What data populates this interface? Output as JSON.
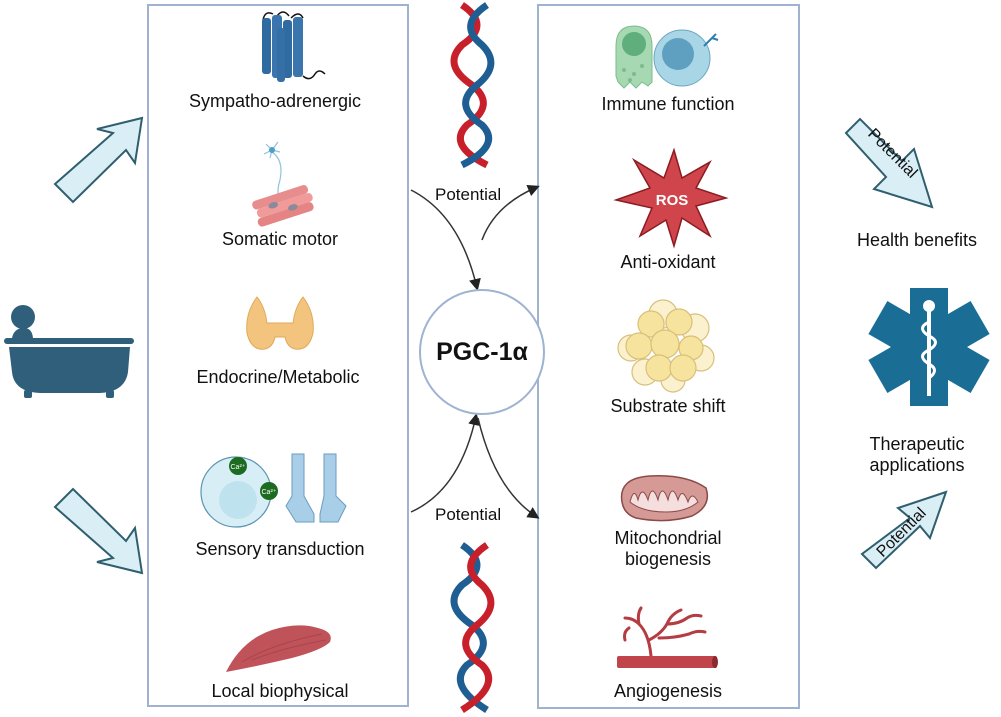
{
  "diagram": {
    "center_node": "PGC-1α",
    "intervention_icon": "bathtub-person-icon",
    "left_panel": {
      "items": [
        {
          "label": "Sympatho-adrenergic",
          "icon": "gpcr-receptor-icon"
        },
        {
          "label": "Somatic motor",
          "icon": "motor-neuron-muscle-icon"
        },
        {
          "label": "Endocrine/Metabolic",
          "icon": "thyroid-gland-icon"
        },
        {
          "label": "Sensory transduction",
          "icon": "calcium-cell-channel-icon",
          "badge": "Ca²⁺"
        },
        {
          "label": "Local biophysical",
          "icon": "muscle-icon"
        }
      ]
    },
    "right_panel": {
      "items": [
        {
          "label": "Immune function",
          "icon": "immune-cells-icon"
        },
        {
          "label": "Anti-oxidant",
          "icon": "ros-burst-icon",
          "badge": "ROS"
        },
        {
          "label": "Substrate shift",
          "icon": "adipocytes-icon"
        },
        {
          "label": "Mitochondrial biogenesis",
          "line1": "Mitochondrial",
          "line2": "biogenesis",
          "icon": "mitochondrion-icon"
        },
        {
          "label": "Angiogenesis",
          "icon": "blood-vessel-icon"
        }
      ]
    },
    "connector_labels": {
      "top": "Potential",
      "bottom": "Potential"
    },
    "outcomes": {
      "health": "Health benefits",
      "therapeutic_line1": "Therapeutic",
      "therapeutic_line2": "applications",
      "arrow_top_label": "Potential",
      "arrow_bottom_label": "Potential"
    },
    "colors": {
      "panel_border": "#9fb3d1",
      "arrow_fill": "#d9eef5",
      "arrow_stroke": "#2f5f6e",
      "icon_dark_blue": "#2f5f7a",
      "dna_red": "#c8202a",
      "dna_blue": "#1f5e93",
      "star_of_life": "#1a6d95"
    }
  }
}
